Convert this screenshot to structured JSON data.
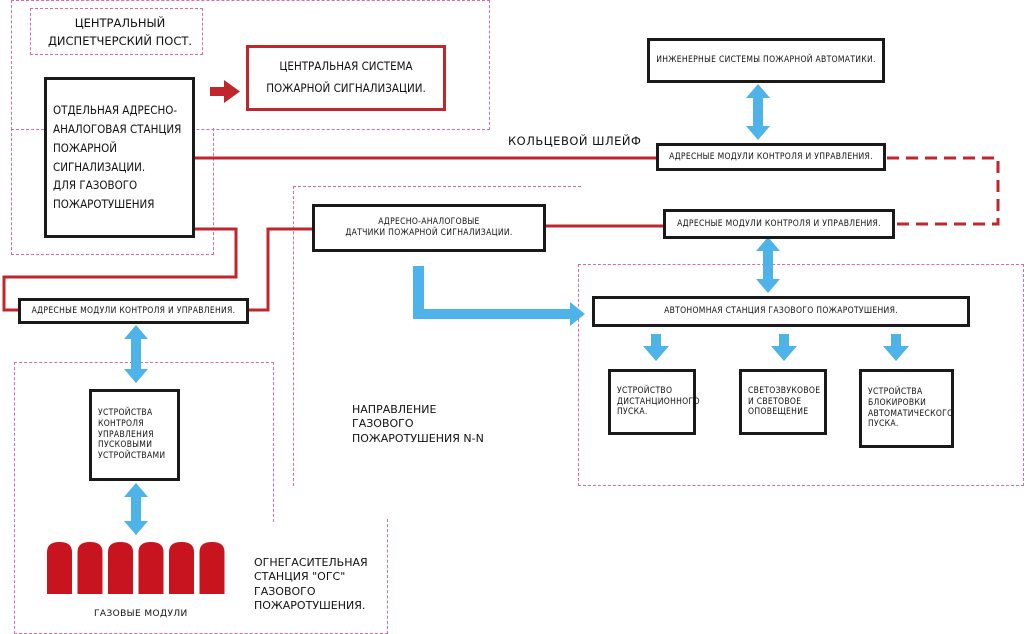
{
  "zones": {
    "dispatch_label": "ЦЕНТРАЛЬНЫЙ\nДИСПЕТЧЕРСКИЙ ПОСТ."
  },
  "boxes": {
    "station": "ОТДЕЛЬНАЯ АДРЕСНО-\nАНАЛОГОВАЯ СТАНЦИЯ\nПОЖАРНОЙ\nСИГНАЛИЗАЦИИ.\nДЛЯ ГАЗОВОГО\nПОЖАРОТУШЕНИЯ",
    "central_system": "ЦЕНТРАЛЬНАЯ СИСТЕМА\nПОЖАРНОЙ СИГНАЛИЗАЦИИ.",
    "engineering": "ИНЖЕНЕРНЫЕ СИСТЕМЫ ПОЖАРНОЙ АВТОМАТИКИ.",
    "modules_top": "АДРЕСНЫЕ МОДУЛИ КОНТРОЛЯ И УПРАВЛЕНИЯ.",
    "modules_mid": "АДРЕСНЫЕ МОДУЛИ КОНТРОЛЯ И УПРАВЛЕНИЯ.",
    "modules_left": "АДРЕСНЫЕ МОДУЛИ КОНТРОЛЯ И УПРАВЛЕНИЯ.",
    "sensors": "АДРЕСНО-АНАЛОГОВЫЕ\nДАТЧИКИ ПОЖАРНОЙ СИГНАЛИЗАЦИИ.",
    "autonomous": "АВТОНОМНАЯ СТАНЦИЯ ГАЗОВОГО ПОЖАРОТУШЕНИЯ.",
    "remote_start": "УСТРОЙСТВО\nДИСТАНЦИОННОГО\nПУСКА.",
    "alarm": "СВЕТОЗВУКОВОЕ\nИ СВЕТОВОЕ\nОПОВЕЩЕНИЕ",
    "blocking": "УСТРОЙСТВА\nБЛОКИРОВКИ\nАВТОМАТИЧЕСКОГО\nПУСКА.",
    "control_devices": "УСТРОЙСТВА\nКОНТРОЛЯ\nУПРАВЛЕНИЯ\nПУСКОВЫМИ\nУСТРОЙСТВАМИ"
  },
  "labels": {
    "ring_loop": "КОЛЬЦЕВОЙ ШЛЕЙФ",
    "direction": "НАПРАВЛЕНИЕ\nГАЗОВОГО\nПОЖАРОТУШЕНИЯ N-N",
    "ogs_station": "ОГНЕГАСИТЕЛЬНАЯ\nСТАНЦИЯ \"ОГС\"\nГАЗОВОГО\nПОЖАРОТУШЕНИЯ.",
    "gas_modules": "ГАЗОВЫЕ МОДУЛИ"
  },
  "colors": {
    "wire_red": "#c0272d",
    "arrow_blue": "#4db3e8",
    "zone_pink": "#d86aa8",
    "cylinder_red": "#c8141e"
  },
  "gas_cylinder_count": 6
}
